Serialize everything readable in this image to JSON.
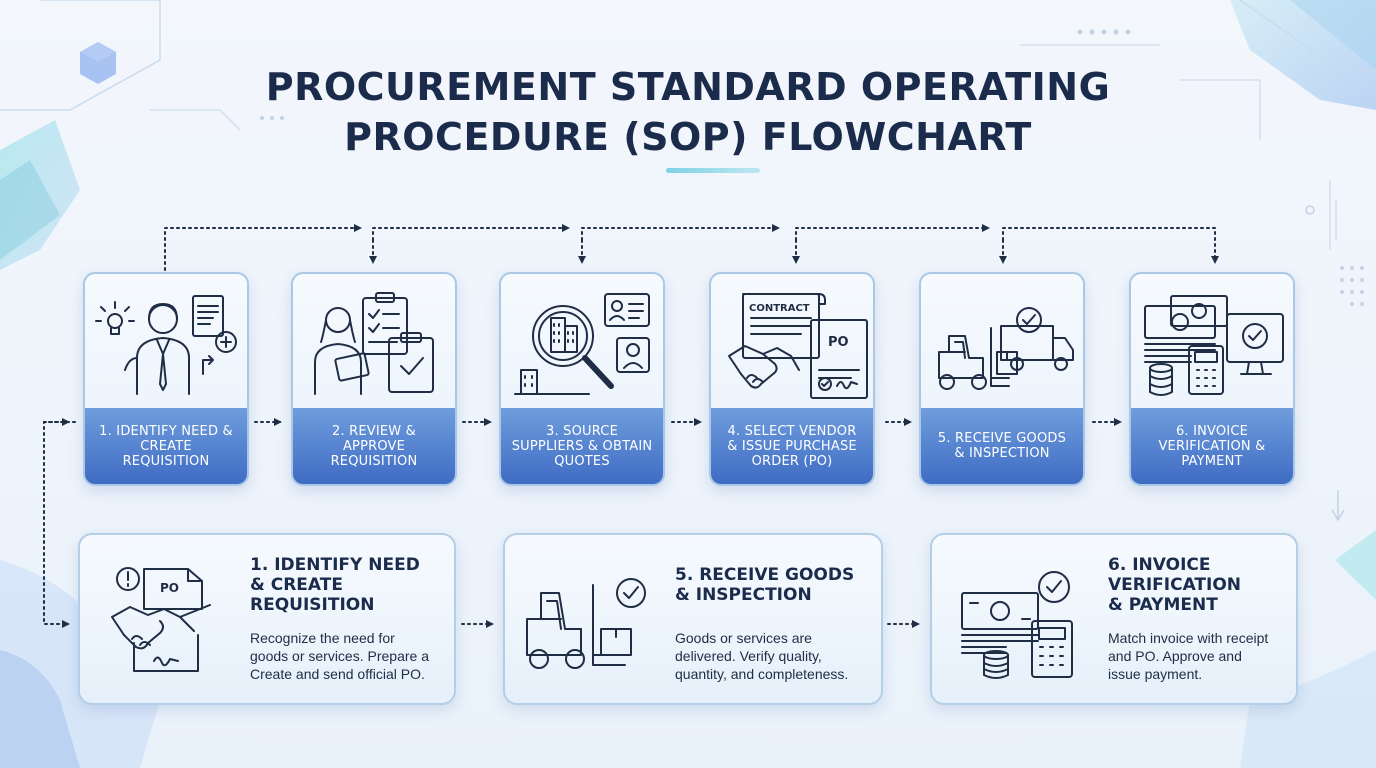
{
  "title": {
    "line1": "PROCUREMENT STANDARD OPERATING",
    "line2": "PROCEDURE (SOP) FLOWCHART"
  },
  "steps": [
    {
      "label": "1. IDENTIFY NEED & CREATE REQUISITION",
      "icon": "person-lightbulb-document-icon"
    },
    {
      "label": "2. REVIEW & APPROVE REQUISITION",
      "icon": "person-clipboard-checklist-icon"
    },
    {
      "label": "3. SOURCE SUPPLIERS & OBTAIN QUOTES",
      "icon": "magnifier-buildings-profiles-icon"
    },
    {
      "label": "4. SELECT VENDOR & ISSUE PURCHASE ORDER (PO)",
      "icon": "contract-handshake-po-icon",
      "contract_text": "CONTRACT",
      "po_text": "PO"
    },
    {
      "label": "5. RECEIVE GOODS & INSPECTION",
      "icon": "forklift-truck-check-icon"
    },
    {
      "label": "6. INVOICE VERIFICATION & PAYMENT",
      "icon": "money-calculator-monitor-icon"
    }
  ],
  "details": [
    {
      "title_lines": [
        "1. IDENTIFY NEED",
        "& CREATE",
        "REQUISITION"
      ],
      "desc_lines": [
        "Recognize the need for",
        "goods or services. Prepare a",
        "Create and send official PO."
      ],
      "icon": "handshake-po-signature-icon",
      "po_text": "PO"
    },
    {
      "title_lines": [
        "5. RECEIVE GOODS",
        "& INSPECTION"
      ],
      "desc_lines": [
        "Goods or services are",
        "delivered. Verify quality,",
        "quantity, and completeness."
      ],
      "icon": "forklift-box-check-icon"
    },
    {
      "title_lines": [
        "6. INVOICE",
        "VERIFICATION",
        "& PAYMENT"
      ],
      "desc_lines": [
        "Match invoice with receipt",
        "and PO. Approve and",
        "issue payment."
      ],
      "icon": "money-coins-calculator-icon"
    }
  ],
  "colors": {
    "title": "#1b2b4b",
    "label_top": "#6f9ddc",
    "label_bottom": "#3f6cc4",
    "line_art": "#1f2d45",
    "connector": "#1f2d45"
  }
}
